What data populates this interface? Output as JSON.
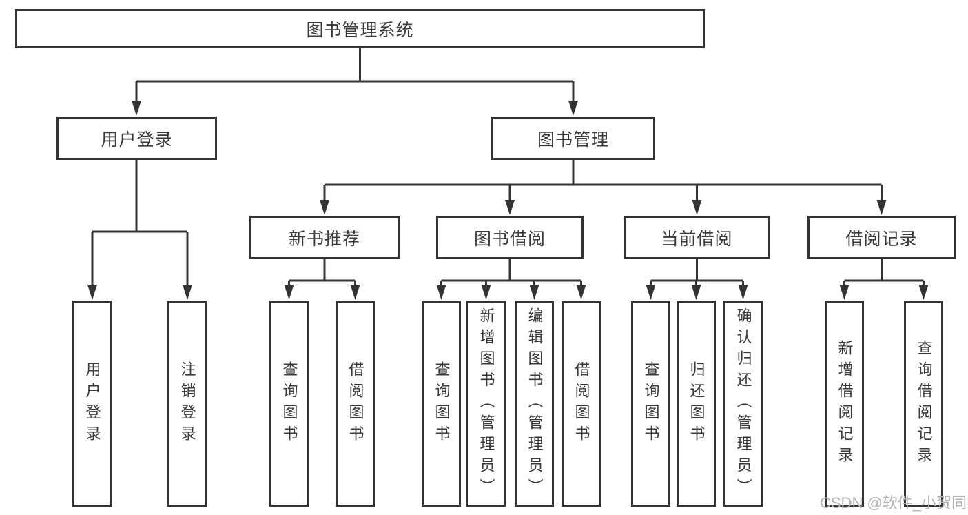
{
  "diagram_title": "图书管理系统",
  "nodes": {
    "root": {
      "label": "图书管理系统"
    },
    "user-login": {
      "label": "用户登录"
    },
    "book-mgmt": {
      "label": "图书管理"
    },
    "new-book-rec": {
      "label": "新书推荐"
    },
    "book-borrow": {
      "label": "图书借阅"
    },
    "current-borrow": {
      "label": "当前借阅"
    },
    "borrow-record": {
      "label": "借阅记录"
    },
    "leaf-user-login": {
      "label": "用户登录"
    },
    "leaf-logout": {
      "label": "注销登录"
    },
    "leaf-query-book-rec": {
      "label": "查询图书"
    },
    "leaf-borrow-book-rec": {
      "label": "借阅图书"
    },
    "leaf-query-book-borrow": {
      "label": "查询图书"
    },
    "leaf-add-book": {
      "label": "新增图书（管理员）"
    },
    "leaf-edit-book": {
      "label": "编辑图书（管理员）"
    },
    "leaf-borrow-book-borrow": {
      "label": "借阅图书"
    },
    "leaf-query-book-current": {
      "label": "查询图书"
    },
    "leaf-return-book": {
      "label": "归还图书"
    },
    "leaf-confirm-return": {
      "label": "确认归还（管理员）"
    },
    "leaf-add-borrow-record": {
      "label": "新增借阅记录"
    },
    "leaf-query-borrow-record": {
      "label": "查询借阅记录"
    }
  },
  "watermark": "CSDN @软件_小贺同学",
  "colors": {
    "line": "#333333",
    "text": "#3a3a3a",
    "watermark": "#b3b3b3",
    "background": "#ffffff"
  }
}
